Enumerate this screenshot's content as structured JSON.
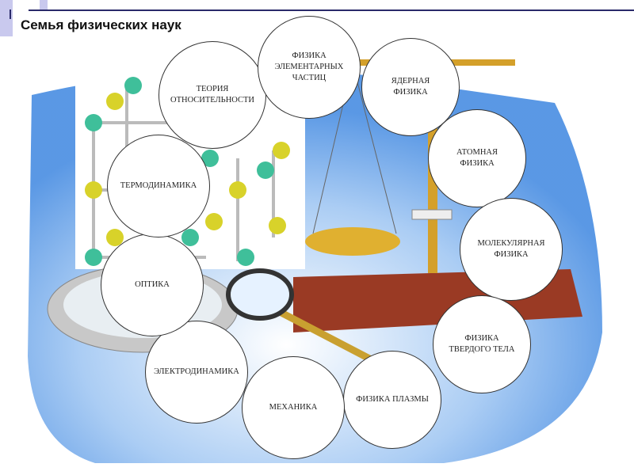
{
  "title": "Семья физических наук",
  "sciences": [
    {
      "id": "relativity",
      "label": "ТЕОРИЯ\nОТНОСИТЕЛЬНОСТИ"
    },
    {
      "id": "particle",
      "label": "ФИЗИКА\nЭЛЕМЕНТАРНЫХ\nЧАСТИЦ"
    },
    {
      "id": "nuclear",
      "label": "ЯДЕРНАЯ\nФИЗИКА"
    },
    {
      "id": "atomic",
      "label": "АТОМНАЯ\nФИЗИКА"
    },
    {
      "id": "molecular",
      "label": "МОЛЕКУЛЯРНАЯ\nФИЗИКА"
    },
    {
      "id": "solid-state",
      "label": "ФИЗИКА\nТВЕРДОГО ТЕЛА"
    },
    {
      "id": "plasma",
      "label": "ФИЗИКА ПЛАЗМЫ"
    },
    {
      "id": "mechanics",
      "label": "МЕХАНИКА"
    },
    {
      "id": "electrodynamics",
      "label": "ЭЛЕКТРОДИНАМИКА"
    },
    {
      "id": "optics",
      "label": "ОПТИКА"
    },
    {
      "id": "thermodynamics",
      "label": "ТЕРМОДИНАМИКА"
    }
  ],
  "colors": {
    "accent": "#2a2a6a",
    "deco": "#c9c9ee",
    "sky": "#4a8fe0",
    "atomGreen": "#3fbf9a",
    "atomYellow": "#d8d22a",
    "table": "#9a3a24"
  }
}
